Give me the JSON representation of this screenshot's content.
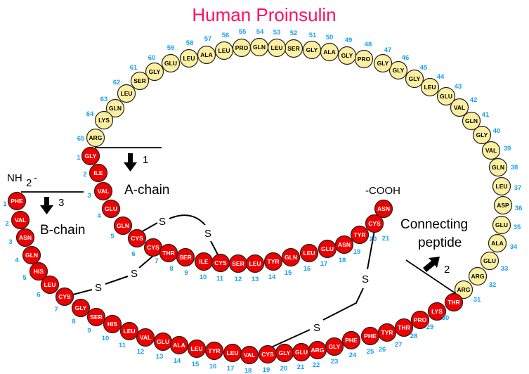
{
  "title": "Human Proinsulin",
  "colors": {
    "title": "#ff1060",
    "chain_fill": "#ee0000",
    "peptide_fill": "#fcefa0",
    "number": "#1aa0f0"
  },
  "labels": {
    "nh2": "NH",
    "nh2_sub": "2",
    "nh2_dash": "-",
    "cooh": "-COOH",
    "a_chain": "A-chain",
    "b_chain": "B-chain",
    "connecting_1": "Connecting",
    "connecting_2": "peptide",
    "cleave_1": "1",
    "cleave_2": "2",
    "cleave_3": "3",
    "sulfur": "S"
  },
  "b_chain": [
    {
      "n": "1",
      "aa": "PHE"
    },
    {
      "n": "2",
      "aa": "VAL"
    },
    {
      "n": "3",
      "aa": "ASN"
    },
    {
      "n": "4",
      "aa": "GLN"
    },
    {
      "n": "5",
      "aa": "HIS"
    },
    {
      "n": "6",
      "aa": "LEU"
    },
    {
      "n": "7",
      "aa": "CYS"
    },
    {
      "n": "8",
      "aa": "GLY"
    },
    {
      "n": "9",
      "aa": "SER"
    },
    {
      "n": "10",
      "aa": "HIS"
    },
    {
      "n": "11",
      "aa": "LEU"
    },
    {
      "n": "12",
      "aa": "VAL"
    },
    {
      "n": "13",
      "aa": "GLU"
    },
    {
      "n": "14",
      "aa": "ALA"
    },
    {
      "n": "15",
      "aa": "LEU"
    },
    {
      "n": "16",
      "aa": "TYR"
    },
    {
      "n": "17",
      "aa": "LEU"
    },
    {
      "n": "18",
      "aa": "VAL"
    },
    {
      "n": "19",
      "aa": "CYS"
    },
    {
      "n": "20",
      "aa": "GLY"
    },
    {
      "n": "21",
      "aa": "GLU"
    },
    {
      "n": "22",
      "aa": "ARG"
    },
    {
      "n": "23",
      "aa": "GLY"
    },
    {
      "n": "24",
      "aa": "PHE"
    },
    {
      "n": "25",
      "aa": "PHE"
    },
    {
      "n": "26",
      "aa": "TYR"
    },
    {
      "n": "27",
      "aa": "THR"
    },
    {
      "n": "28",
      "aa": "PRO"
    },
    {
      "n": "29",
      "aa": "LYS"
    },
    {
      "n": "30",
      "aa": "THR"
    }
  ],
  "c_peptide": [
    {
      "n": "31",
      "aa": "ARG"
    },
    {
      "n": "32",
      "aa": "ARG"
    },
    {
      "n": "33",
      "aa": "GLU"
    },
    {
      "n": "34",
      "aa": "ALA"
    },
    {
      "n": "35",
      "aa": "GLU"
    },
    {
      "n": "36",
      "aa": "ASP"
    },
    {
      "n": "37",
      "aa": "LEU"
    },
    {
      "n": "38",
      "aa": "GLN"
    },
    {
      "n": "39",
      "aa": "VAL"
    },
    {
      "n": "40",
      "aa": "GLY"
    },
    {
      "n": "41",
      "aa": "GLN"
    },
    {
      "n": "42",
      "aa": "VAL"
    },
    {
      "n": "43",
      "aa": "GLU"
    },
    {
      "n": "44",
      "aa": "LEU"
    },
    {
      "n": "45",
      "aa": "GLY"
    },
    {
      "n": "46",
      "aa": "GLY"
    },
    {
      "n": "47",
      "aa": "GLY"
    },
    {
      "n": "48",
      "aa": "PRO"
    },
    {
      "n": "49",
      "aa": "GLY"
    },
    {
      "n": "50",
      "aa": "ALA"
    },
    {
      "n": "51",
      "aa": "GLY"
    },
    {
      "n": "52",
      "aa": "SER"
    },
    {
      "n": "53",
      "aa": "LEU"
    },
    {
      "n": "54",
      "aa": "GLN"
    },
    {
      "n": "55",
      "aa": "PRO"
    },
    {
      "n": "56",
      "aa": "LEU"
    },
    {
      "n": "57",
      "aa": "ALA"
    },
    {
      "n": "58",
      "aa": "LEU"
    },
    {
      "n": "59",
      "aa": "GLU"
    },
    {
      "n": "60",
      "aa": "GLY"
    },
    {
      "n": "61",
      "aa": "SER"
    },
    {
      "n": "62",
      "aa": "LEU"
    },
    {
      "n": "63",
      "aa": "GLN"
    },
    {
      "n": "64",
      "aa": "LYS"
    },
    {
      "n": "65",
      "aa": "ARG"
    }
  ],
  "a_chain": [
    {
      "n": "1",
      "aa": "GLY"
    },
    {
      "n": "2",
      "aa": "ILE"
    },
    {
      "n": "3",
      "aa": "VAL"
    },
    {
      "n": "4",
      "aa": "GLU"
    },
    {
      "n": "5",
      "aa": "GLN"
    },
    {
      "n": "6",
      "aa": "CYS"
    },
    {
      "n": "7",
      "aa": "CYS"
    },
    {
      "n": "8",
      "aa": "THR"
    },
    {
      "n": "9",
      "aa": "SER"
    },
    {
      "n": "10",
      "aa": "ILE"
    },
    {
      "n": "11",
      "aa": "CYS"
    },
    {
      "n": "12",
      "aa": "SER"
    },
    {
      "n": "13",
      "aa": "LEU"
    },
    {
      "n": "14",
      "aa": "TYR"
    },
    {
      "n": "15",
      "aa": "GLN"
    },
    {
      "n": "16",
      "aa": "LEU"
    },
    {
      "n": "17",
      "aa": "GLU"
    },
    {
      "n": "18",
      "aa": "ASN"
    },
    {
      "n": "19",
      "aa": "TYR"
    },
    {
      "n": "20",
      "aa": "CYS"
    },
    {
      "n": "21",
      "aa": "ASN"
    }
  ],
  "disulfide_bonds": [
    {
      "from": "A6",
      "to": "A11"
    },
    {
      "from": "A7",
      "to": "B7"
    },
    {
      "from": "A20",
      "to": "B19"
    }
  ]
}
